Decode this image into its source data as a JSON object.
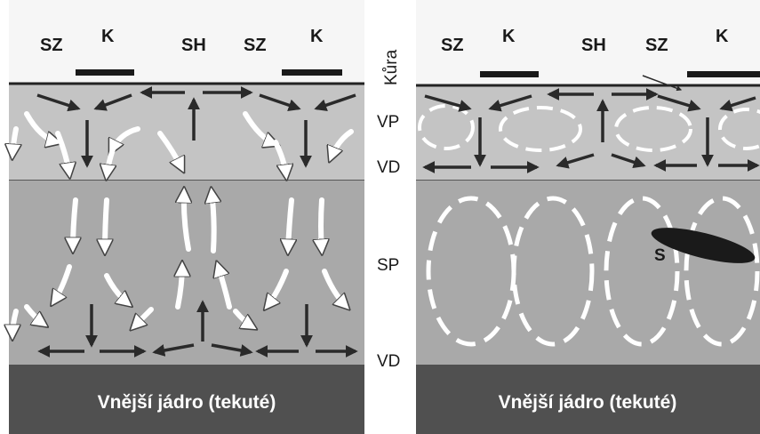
{
  "left_panel": {
    "top_labels": [
      "SZ",
      "K",
      "SH",
      "SZ",
      "K"
    ],
    "core_label": "Vnější jádro (tekuté)"
  },
  "right_panel": {
    "top_labels": [
      "SZ",
      "K",
      "SH",
      "SZ",
      "K"
    ],
    "slab_label": "S",
    "core_label": "Vnější jádro (tekuté)"
  },
  "layer_labels": {
    "crust": "Kůra",
    "upper_mantle": "VP",
    "boundary_upper": "VD",
    "lower_mantle": "SP",
    "boundary_lower": "VD"
  },
  "colors": {
    "crust": "#f6f6f6",
    "upper_mantle": "#c4c4c4",
    "lower_mantle": "#a9a9a9",
    "core": "#505050",
    "arrow_dark": "#2a2a2a",
    "arrow_light": "#ffffff"
  }
}
